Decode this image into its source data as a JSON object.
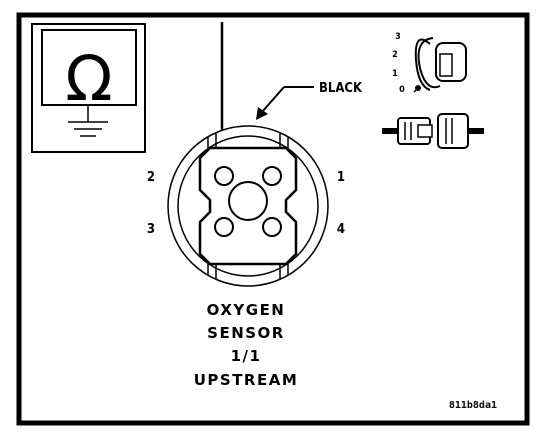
{
  "wire_color_label": "BLACK",
  "pins": {
    "p1": "1",
    "p2": "2",
    "p3": "3",
    "p4": "4"
  },
  "key_positions": {
    "k0": "0",
    "k1": "1",
    "k2": "2",
    "k3": "3"
  },
  "title_lines": {
    "line1": "OXYGEN",
    "line2": "SENSOR",
    "line3": "1/1",
    "line4": "UPSTREAM"
  },
  "figure_id": "811b8da1",
  "meter_symbol": "Ω"
}
